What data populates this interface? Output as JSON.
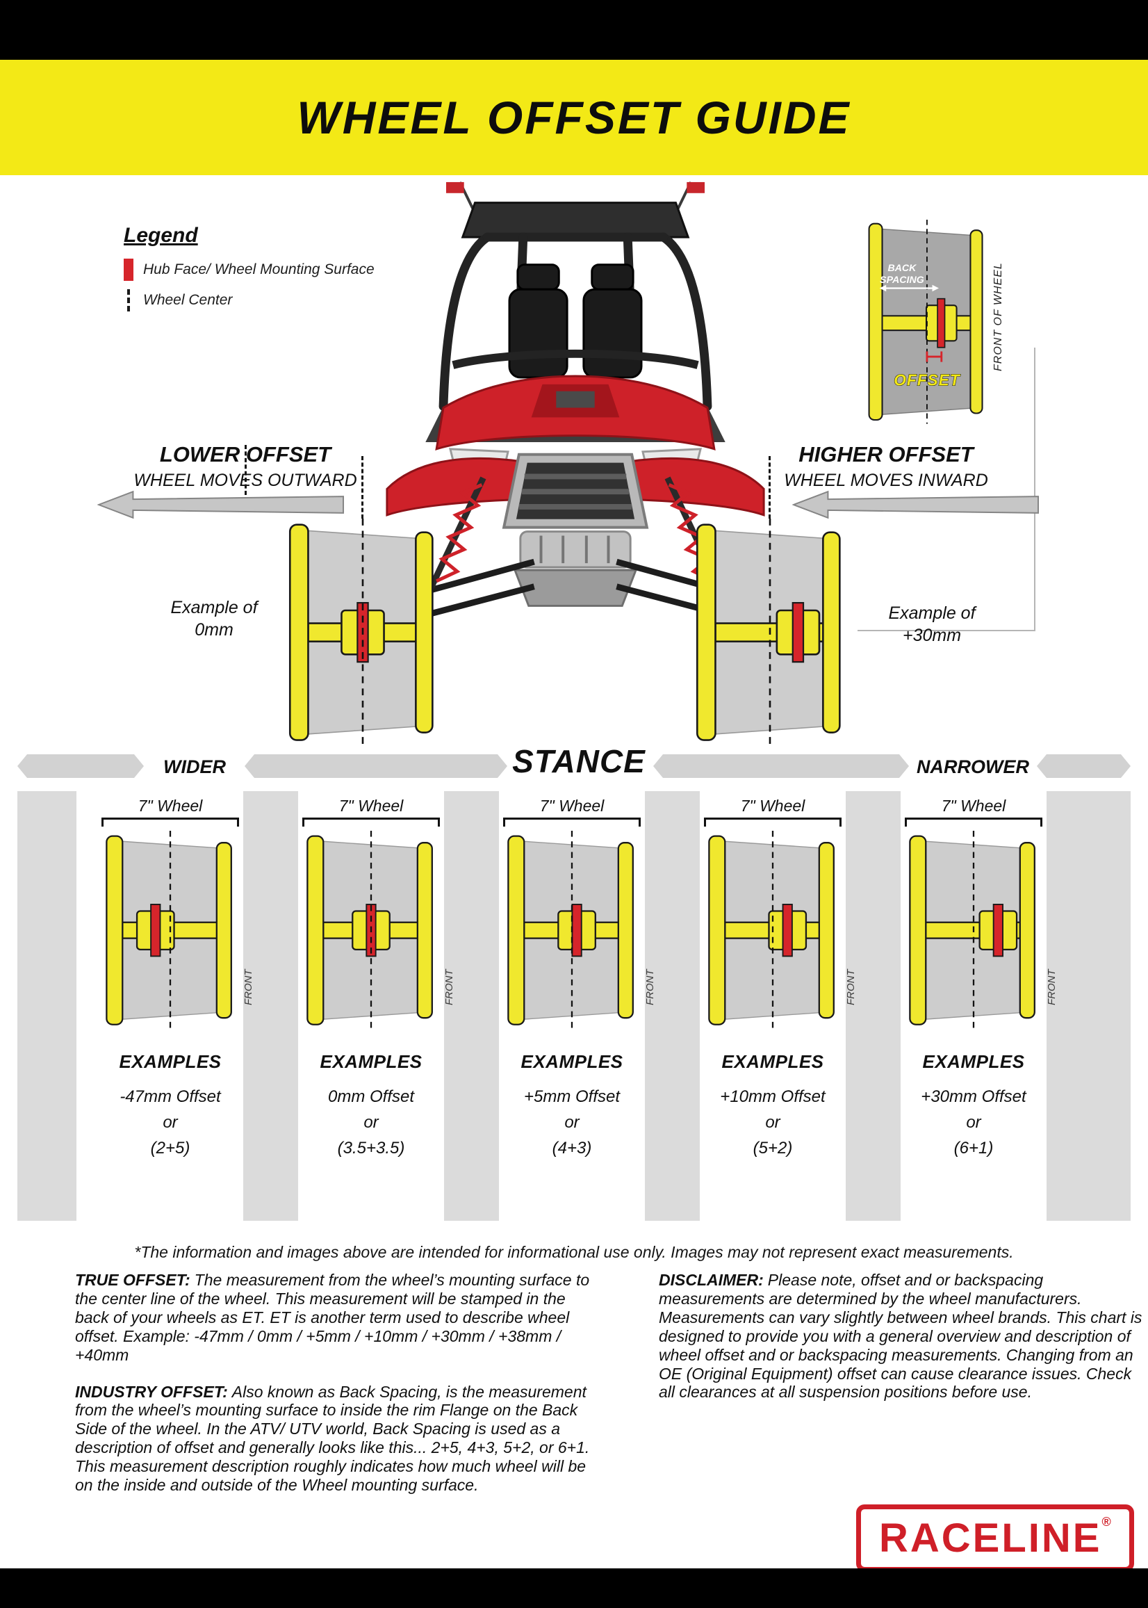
{
  "header": {
    "title": "WHEEL OFFSET GUIDE"
  },
  "legend": {
    "title": "Legend",
    "hub_face_label": "Hub Face/ Wheel Mounting Surface",
    "wheel_center_label": "Wheel Center"
  },
  "hub_diagram": {
    "back_line1": "BACK",
    "back_line2": "SPACING",
    "offset": "OFFSET",
    "front_of_wheel": "FRONT OF WHEEL"
  },
  "directions": {
    "lower": {
      "title": "LOWER OFFSET",
      "subtitle": "WHEEL MOVES OUTWARD"
    },
    "higher": {
      "title": "HIGHER OFFSET",
      "subtitle": "WHEEL MOVES INWARD"
    }
  },
  "example_wheels": {
    "left": {
      "line1": "Example of",
      "line2": "0mm"
    },
    "right": {
      "line1": "Example of",
      "line2": "+30mm"
    }
  },
  "stance": {
    "wider": "WIDER",
    "title": "STANCE",
    "narrower": "NARROWER"
  },
  "wheels": [
    {
      "size_label": "7\" Wheel",
      "front_label": "FRONT",
      "examples_label": "EXAMPLES",
      "offset_label": "-47mm Offset",
      "or_label": "or",
      "backspacing_label": "(2+5)",
      "back_in": 2,
      "front_in": 5
    },
    {
      "size_label": "7\" Wheel",
      "front_label": "FRONT",
      "examples_label": "EXAMPLES",
      "offset_label": "0mm Offset",
      "or_label": "or",
      "backspacing_label": "(3.5+3.5)",
      "back_in": 3.5,
      "front_in": 3.5
    },
    {
      "size_label": "7\" Wheel",
      "front_label": "FRONT",
      "examples_label": "EXAMPLES",
      "offset_label": "+5mm Offset",
      "or_label": "or",
      "backspacing_label": "(4+3)",
      "back_in": 4,
      "front_in": 3
    },
    {
      "size_label": "7\" Wheel",
      "front_label": "FRONT",
      "examples_label": "EXAMPLES",
      "offset_label": "+10mm Offset",
      "or_label": "or",
      "backspacing_label": "(5+2)",
      "back_in": 5,
      "front_in": 2
    },
    {
      "size_label": "7\" Wheel",
      "front_label": "FRONT",
      "examples_label": "EXAMPLES",
      "offset_label": "+30mm Offset",
      "or_label": "or",
      "backspacing_label": "(6+1)",
      "back_in": 6,
      "front_in": 1
    }
  ],
  "footnote": "*The information and images above are intended for informational use only. Images may not represent exact measurements.",
  "notes": {
    "true_offset": {
      "label": "TRUE OFFSET:",
      "text": "The measurement from the wheel’s mounting surface to the center line of the wheel. This measurement will be stamped in the back of your wheels as ET. ET is another term used to describe wheel offset. Example: -47mm / 0mm / +5mm / +10mm / +30mm / +38mm / +40mm"
    },
    "industry_offset": {
      "label": "INDUSTRY OFFSET:",
      "text": "Also known as Back Spacing, is the measurement from the wheel’s mounting surface to inside the rim Flange on the Back Side of the wheel. In the ATV/ UTV world, Back Spacing is used as a description of offset and generally looks like this... 2+5, 4+3, 5+2, or 6+1. This measurement description roughly indicates how much wheel will be on the inside and outside of the Wheel mounting surface."
    },
    "disclaimer": {
      "label": "DISCLAIMER:",
      "text": "Please note, offset and or backspacing measurements are determined by the wheel manufacturers. Measurements can vary slightly between wheel brands. This chart is designed to provide you with a general overview and description of wheel offset and or backspacing measurements. Changing from an OE (Original Equipment) offset can cause clearance issues. Check all clearances at all suspension positions before use."
    }
  },
  "logo": {
    "text": "RACELINE",
    "registered": "®"
  },
  "colors": {
    "banner_yellow": "#f3e916",
    "hub_red": "#d6252b",
    "wheel_yellow": "#f0e82e",
    "logo_red": "#cf1f28"
  }
}
